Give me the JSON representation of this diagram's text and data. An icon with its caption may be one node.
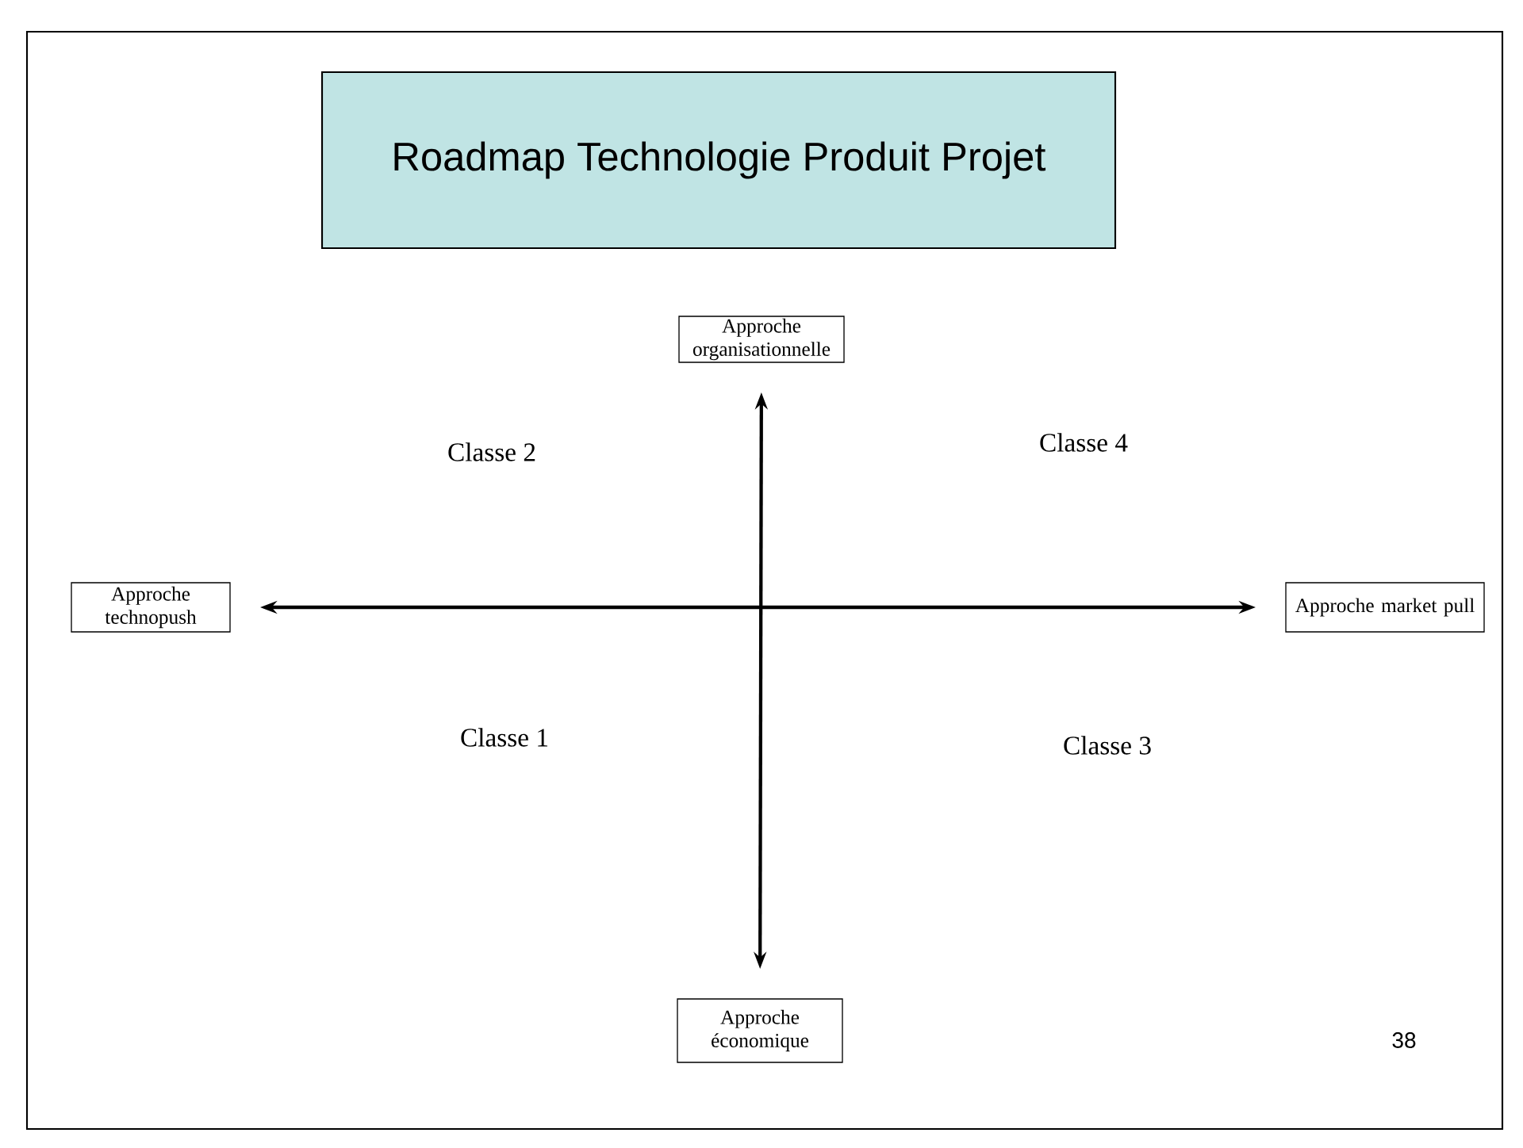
{
  "diagram": {
    "nodes": [
      {
        "text": [
          "Roadmap Technologie Produit Projet"
        ]
      },
      {
        "text": [
          "Approche organisationnelle"
        ]
      },
      {
        "text": [
          "Approche technopush"
        ]
      },
      {
        "text": [
          "Approche market pull"
        ]
      },
      {
        "text": [
          "Approche économique"
        ]
      }
    ],
    "edges": [
      {
        "from": 2,
        "to": 3,
        "arrow": "both"
      },
      {
        "from": 1,
        "to": 4,
        "arrow": "both"
      }
    ],
    "labels": [
      "Classe 2",
      "Classe 4",
      "Classe 1",
      "Classe 3",
      "38"
    ]
  }
}
